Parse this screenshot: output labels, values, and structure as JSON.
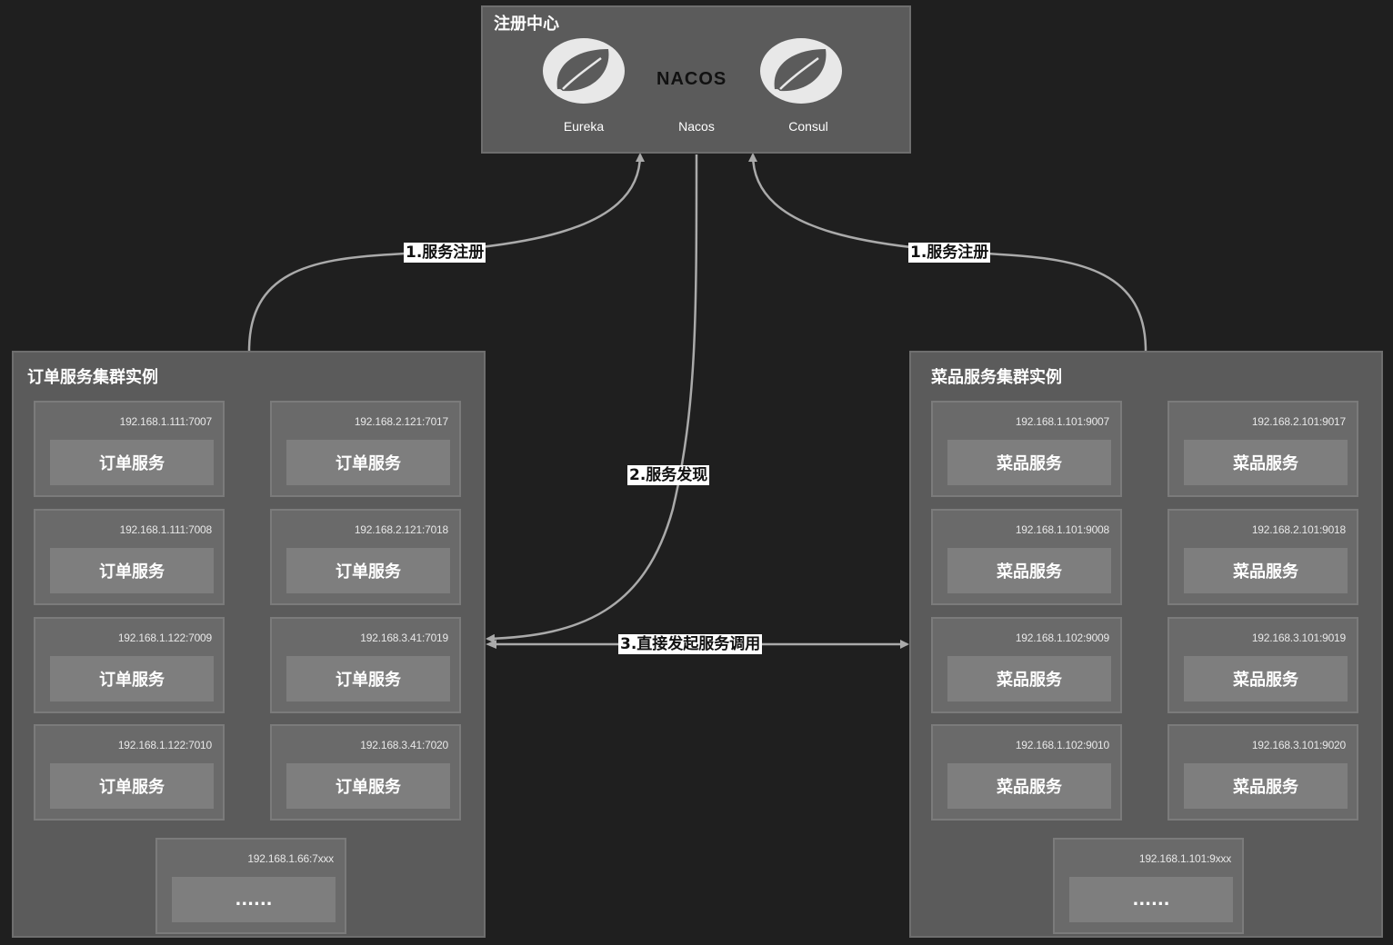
{
  "registry": {
    "title": "注册中心",
    "logos": [
      {
        "name": "Eureka",
        "icon": "spring-leaf-icon"
      },
      {
        "name": "Nacos",
        "icon": "nacos-logo-icon",
        "wordmark": "NACOS"
      },
      {
        "name": "Consul",
        "icon": "spring-leaf-icon"
      }
    ]
  },
  "order_cluster": {
    "title": "订单服务集群实例",
    "instances": [
      {
        "addr": "192.168.1.111:7007",
        "label": "订单服务"
      },
      {
        "addr": "192.168.2.121:7017",
        "label": "订单服务"
      },
      {
        "addr": "192.168.1.111:7008",
        "label": "订单服务"
      },
      {
        "addr": "192.168.2.121:7018",
        "label": "订单服务"
      },
      {
        "addr": "192.168.1.122:7009",
        "label": "订单服务"
      },
      {
        "addr": "192.168.3.41:7019",
        "label": "订单服务"
      },
      {
        "addr": "192.168.1.122:7010",
        "label": "订单服务"
      },
      {
        "addr": "192.168.3.41:7020",
        "label": "订单服务"
      },
      {
        "addr": "192.168.1.66:7xxx",
        "label": "......"
      }
    ]
  },
  "dish_cluster": {
    "title": "菜品服务集群实例",
    "instances": [
      {
        "addr": "192.168.1.101:9007",
        "label": "菜品服务"
      },
      {
        "addr": "192.168.2.101:9017",
        "label": "菜品服务"
      },
      {
        "addr": "192.168.1.101:9008",
        "label": "菜品服务"
      },
      {
        "addr": "192.168.2.101:9018",
        "label": "菜品服务"
      },
      {
        "addr": "192.168.1.102:9009",
        "label": "菜品服务"
      },
      {
        "addr": "192.168.3.101:9019",
        "label": "菜品服务"
      },
      {
        "addr": "192.168.1.102:9010",
        "label": "菜品服务"
      },
      {
        "addr": "192.168.3.101:9020",
        "label": "菜品服务"
      },
      {
        "addr": "192.168.1.101:9xxx",
        "label": "......"
      }
    ]
  },
  "edges": {
    "register_left": "1.服务注册",
    "register_right": "1.服务注册",
    "discovery": "2.服务发现",
    "direct_call": "3.直接发起服务调用"
  },
  "colors": {
    "background": "#1f1f1f",
    "panel": "#5b5b5b",
    "instance": "#6a6a6a",
    "service_box": "#7e7e7e",
    "edge": "#aaaaaa"
  }
}
